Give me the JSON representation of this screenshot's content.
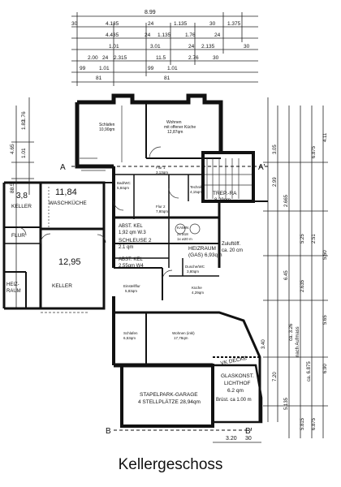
{
  "caption": "Kellergeschoss",
  "dims_top": {
    "total": "8.99",
    "row1": [
      "30",
      "4.135",
      "24",
      "1.135",
      "30",
      "1.375"
    ],
    "row2": [
      "4.435",
      "24",
      "1.135",
      "1.76",
      "24"
    ],
    "row3": [
      "1.01",
      "3.01",
      "24",
      "2.135",
      "30"
    ],
    "row4": [
      "2.00",
      "24",
      "2.315",
      "11.5",
      "2.76",
      "30"
    ],
    "row5": [
      "99",
      "1.01",
      "99",
      "1.01"
    ],
    "row6": [
      "81",
      "81"
    ]
  },
  "dims_left": [
    "1.82",
    "4.65",
    "1.01",
    "1.76",
    "88.5"
  ],
  "dims_right": [
    "4.11",
    "3.05",
    "6.875",
    "5.25",
    "5.50",
    "2.99",
    "2.665",
    "2.51",
    "7.20",
    "3.40",
    "2.635",
    "5.815",
    "6.875",
    "5.135",
    "5.65",
    "6.45",
    "6.90"
  ],
  "dims_bottom": [
    "3.20",
    "30"
  ],
  "rooms": {
    "schlafen_top": {
      "name": "Schlafen",
      "area": "10,90qm"
    },
    "wohnen_top": {
      "name": "Wohnen",
      "sub": "mit offener Küche",
      "area": "12,87qm"
    },
    "keller_small": {
      "num": "3,8",
      "name": "KELLER"
    },
    "waschkueche": {
      "num": "11,84",
      "name": "WASCHKÜCHE"
    },
    "flur": {
      "name": "FLUR"
    },
    "keller_big": {
      "num": "12,95",
      "name": "KELLER"
    },
    "heizraum_small": {
      "name": "HEIZ-",
      "name2": "RAUM"
    },
    "bad": {
      "name": "Bad/WC",
      "area": "5,84qm"
    },
    "flur1": {
      "name": "Flur 1",
      "area": "3,13qm"
    },
    "technik": {
      "name": "Technik",
      "area": "4,15qm"
    },
    "treppe": {
      "name": "TREP.-RA",
      "area": "8.29qm"
    },
    "flur2": {
      "name": "Flur 2",
      "area": "7,80qm"
    },
    "abst_w3": {
      "name": "ABST. KEL",
      "area": "1,92 qm W.3"
    },
    "schleuse": {
      "name": "SCHLEUSE 2",
      "area": "2.1 qm"
    },
    "abst_w4": {
      "name": "ABST. KEL",
      "area": "2,55qm W4"
    },
    "kamin": {
      "name": "KAMIN",
      "dims": "2x ø18",
      "dims2": "1x ø20 m"
    },
    "heizraum": {
      "name": "HEIZRAUM",
      "sub": "(GAS) 6,93qm"
    },
    "zuluft": {
      "name": "Zuluftöff.",
      "area": "ca. 20 cm"
    },
    "duschewc": {
      "name": "Dusche/WC",
      "area": "3,80qm"
    },
    "einstell": {
      "name": "Einstellflur",
      "area": "5,83qm"
    },
    "kueche": {
      "name": "Küche",
      "area": "4,29qm"
    },
    "schlafen_bot": {
      "name": "Schlafen",
      "area": "6,53qm"
    },
    "wohnen_bot": {
      "name": "Wohnen (inkl)",
      "area": "17,78qm"
    },
    "garage": {
      "name": "STAPELPARK-GARAGE",
      "sub": "4 STELLPLÄTZE  28,94qm"
    },
    "lichthof": {
      "name": "GLASKONST.",
      "sub": "LICHTHOF",
      "area": "6.2 qm",
      "note": "Brüst. ca 1.00 m"
    },
    "vk_decke": {
      "name": "VK DECKE"
    }
  },
  "markers": {
    "a_left": "A",
    "a_right": "A'",
    "b_left": "B",
    "b_right": "B'",
    "aufmass": "nach Aufmass",
    "ca": "ca. 3.26",
    "ca2": "ca. 6.875"
  }
}
